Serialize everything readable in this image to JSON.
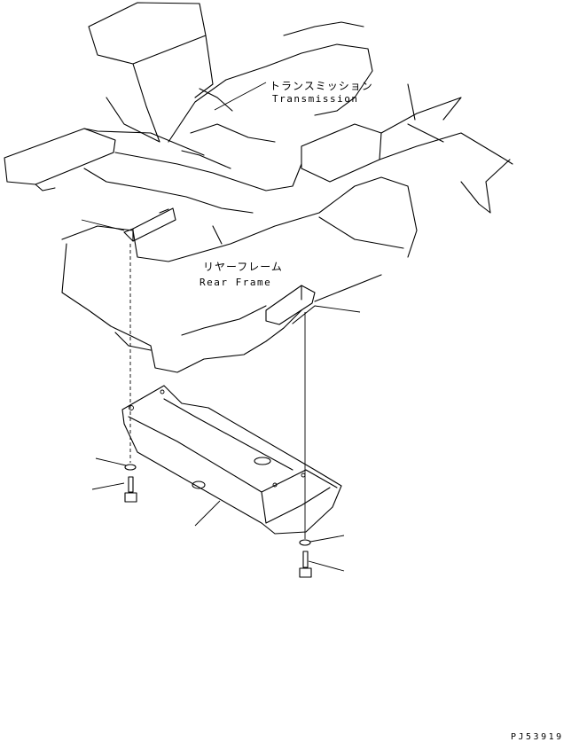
{
  "labels": {
    "transmission_jp": "トランスミッション",
    "transmission_en": "Transmission",
    "rear_frame_jp": "リヤーフレーム",
    "rear_frame_en": "Rear Frame",
    "drawing_code": "PJ53919"
  }
}
